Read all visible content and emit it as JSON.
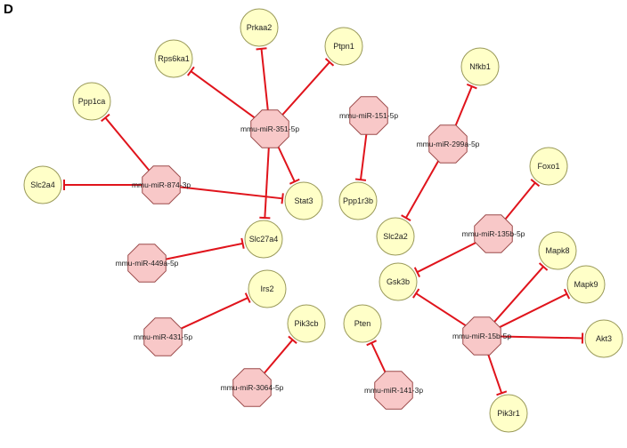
{
  "panel_label": "D",
  "colors": {
    "edge": "#e0141c",
    "mirna_fill": "#f8c8c8",
    "mirna_stroke": "#9b4a4a",
    "gene_fill": "#ffffc8",
    "gene_stroke": "#9a9a5a",
    "text": "#222222"
  },
  "mirnas": [
    {
      "id": "m351",
      "label": "mmu-miR-351-5p"
    },
    {
      "id": "m151",
      "label": "mmu-miR-151-5p"
    },
    {
      "id": "m299",
      "label": "mmu-miR-299a-5p"
    },
    {
      "id": "m874",
      "label": "mmu-miR-874-3p"
    },
    {
      "id": "m135",
      "label": "mmu-miR-135b-5p"
    },
    {
      "id": "m449",
      "label": "mmu-miR-449a-5p"
    },
    {
      "id": "m431",
      "label": "mmu-miR-431-5p"
    },
    {
      "id": "m15b",
      "label": "mmu-miR-15b-5p"
    },
    {
      "id": "m3064",
      "label": "mmu-miR-3064-5p"
    },
    {
      "id": "m141",
      "label": "mmu-miR-141-3p"
    }
  ],
  "genes": [
    {
      "id": "Prkaa2",
      "label": "Prkaa2"
    },
    {
      "id": "Rps6ka1",
      "label": "Rps6ka1"
    },
    {
      "id": "Ptpn1",
      "label": "Ptpn1"
    },
    {
      "id": "Nfkb1",
      "label": "Nfkb1"
    },
    {
      "id": "Ppp1ca",
      "label": "Ppp1ca"
    },
    {
      "id": "Foxo1",
      "label": "Foxo1"
    },
    {
      "id": "Slc2a4",
      "label": "Slc2a4"
    },
    {
      "id": "Stat3",
      "label": "Stat3"
    },
    {
      "id": "Ppp1r3b",
      "label": "Ppp1r3b"
    },
    {
      "id": "Slc2a2",
      "label": "Slc2a2"
    },
    {
      "id": "Slc27a4",
      "label": "Slc27a4"
    },
    {
      "id": "Gsk3b",
      "label": "Gsk3b"
    },
    {
      "id": "Mapk8",
      "label": "Mapk8"
    },
    {
      "id": "Mapk9",
      "label": "Mapk9"
    },
    {
      "id": "Irs2",
      "label": "Irs2"
    },
    {
      "id": "Pik3cb",
      "label": "Pik3cb"
    },
    {
      "id": "Pten",
      "label": "Pten"
    },
    {
      "id": "Akt3",
      "label": "Akt3"
    },
    {
      "id": "Pik3r1",
      "label": "Pik3r1"
    }
  ],
  "edges": [
    {
      "from": "m351",
      "to": "Prkaa2"
    },
    {
      "from": "m351",
      "to": "Rps6ka1"
    },
    {
      "from": "m351",
      "to": "Ptpn1"
    },
    {
      "from": "m351",
      "to": "Stat3"
    },
    {
      "from": "m351",
      "to": "Slc27a4"
    },
    {
      "from": "m874",
      "to": "Ppp1ca"
    },
    {
      "from": "m874",
      "to": "Slc2a4"
    },
    {
      "from": "m874",
      "to": "Stat3"
    },
    {
      "from": "m151",
      "to": "Ppp1r3b"
    },
    {
      "from": "m299",
      "to": "Nfkb1"
    },
    {
      "from": "m299",
      "to": "Slc2a2"
    },
    {
      "from": "m135",
      "to": "Foxo1"
    },
    {
      "from": "m135",
      "to": "Gsk3b"
    },
    {
      "from": "m449",
      "to": "Slc27a4"
    },
    {
      "from": "m431",
      "to": "Irs2"
    },
    {
      "from": "m3064",
      "to": "Pik3cb"
    },
    {
      "from": "m141",
      "to": "Pten"
    },
    {
      "from": "m15b",
      "to": "Gsk3b"
    },
    {
      "from": "m15b",
      "to": "Mapk8"
    },
    {
      "from": "m15b",
      "to": "Mapk9"
    },
    {
      "from": "m15b",
      "to": "Akt3"
    },
    {
      "from": "m15b",
      "to": "Pik3r1"
    }
  ]
}
